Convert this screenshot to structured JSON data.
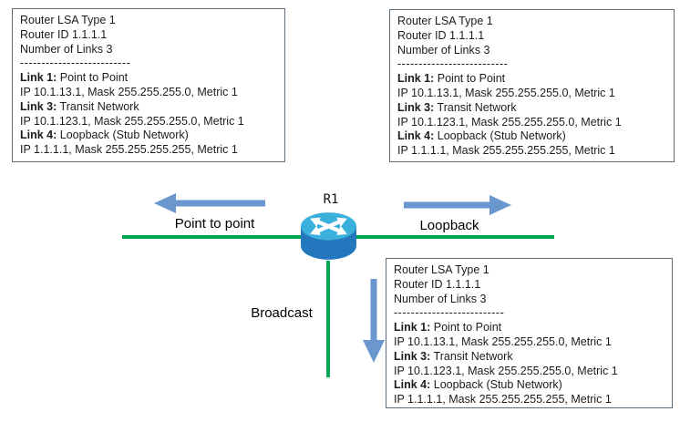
{
  "diagram": {
    "router": {
      "label": "R1"
    },
    "edges": [
      {
        "label": "Point to point",
        "direction": "left"
      },
      {
        "label": "Loopback",
        "direction": "right"
      },
      {
        "label": "Broadcast",
        "direction": "down"
      }
    ],
    "colors": {
      "link_line_green": "#00a651",
      "arrow_blue": "#6b97cf",
      "router_top": "#3cb0dd",
      "router_body": "#2277bd",
      "box_border": "#5b6b77",
      "text": "#1c1c1c"
    }
  },
  "lsa": {
    "header": [
      "Router LSA Type 1",
      "Router ID 1.1.1.1",
      "Number of Links 3"
    ],
    "separator": "--------------------------",
    "links": [
      {
        "label": "Link 1:",
        "type": " Point to Point",
        "detail": "IP 10.1.13.1, Mask 255.255.255.0, Metric 1"
      },
      {
        "label": "Link 3:",
        "type": " Transit Network",
        "detail": "IP 10.1.123.1, Mask 255.255.255.0, Metric 1"
      },
      {
        "label": "Link 4:",
        "type": " Loopback (Stub Network)",
        "detail": "IP 1.1.1.1, Mask 255.255.255.255, Metric 1"
      }
    ]
  }
}
